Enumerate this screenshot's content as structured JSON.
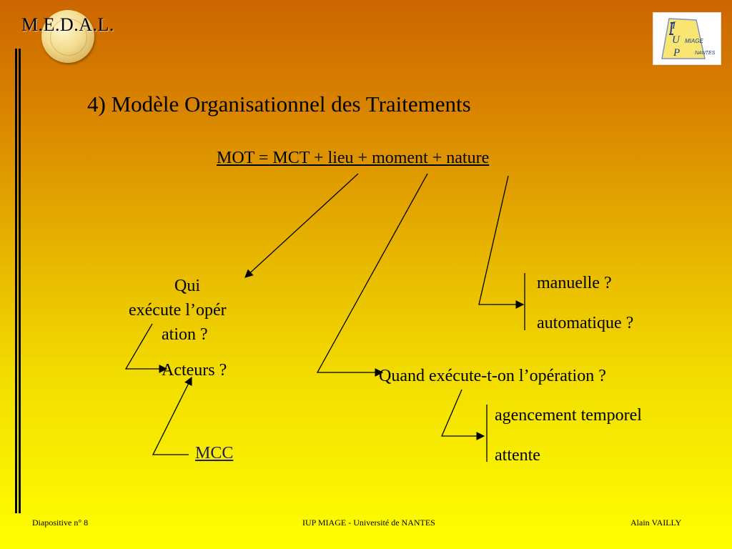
{
  "slide": {
    "header": "M.E.D.A.L.",
    "title": "4) Modèle Organisationnel des Traitements",
    "formula": "MOT = MCT + lieu + moment + nature",
    "who": {
      "line1": "Qui",
      "line2": "exécute  l’opér",
      "line3": "ation ?"
    },
    "acteurs": "Acteurs ?",
    "mcc_link": "MCC",
    "nature": {
      "option1": "manuelle ?",
      "option2": "automatique ?"
    },
    "moment": {
      "question": "Quand exécute-t-on  l’opération ?",
      "option1": "agencement temporel",
      "option2": "attente"
    },
    "logo": {
      "letters": [
        "I",
        "U",
        "P"
      ],
      "words": [
        "MIAGE",
        "NANTES"
      ]
    }
  },
  "footer": {
    "left": "Diapositive n° 8",
    "center": "IUP MIAGE - Université de NANTES",
    "right": "Alain VAILLY"
  },
  "colors": {
    "gradient_top": "#cc6600",
    "gradient_bottom": "#ffff00",
    "logo_blue": "#1e3a8a",
    "logo_yellow": "#f5d000"
  },
  "icons": [
    "medal-icon",
    "iup-miage-logo"
  ]
}
